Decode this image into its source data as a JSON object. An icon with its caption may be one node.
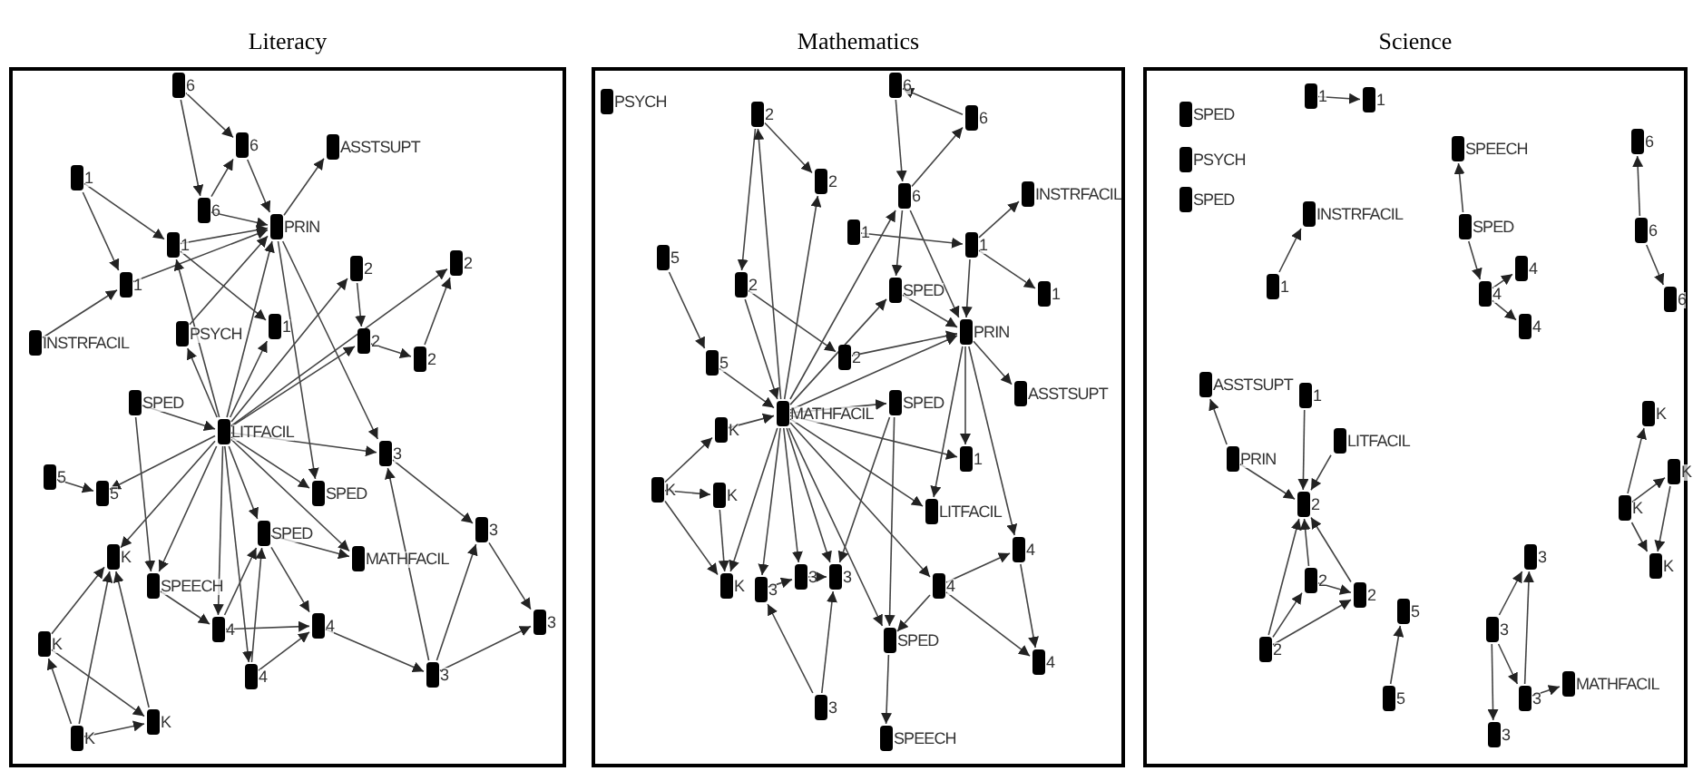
{
  "diagram": {
    "nodes": [
      {
        "text": [
          "Literacy"
        ]
      },
      {
        "text": [
          "6"
        ],
        "in": 0
      },
      {
        "text": [
          "6"
        ],
        "in": 0
      },
      {
        "text": [
          "ASSTSUPT"
        ],
        "in": 0
      },
      {
        "text": [
          "1"
        ],
        "in": 0
      },
      {
        "text": [
          "6"
        ],
        "in": 0
      },
      {
        "text": [
          "PRIN"
        ],
        "in": 0
      },
      {
        "text": [
          "1"
        ],
        "in": 0
      },
      {
        "text": [
          "2"
        ],
        "in": 0
      },
      {
        "text": [
          "2"
        ],
        "in": 0
      },
      {
        "text": [
          "1"
        ],
        "in": 0
      },
      {
        "text": [
          "1"
        ],
        "in": 0
      },
      {
        "text": [
          "2"
        ],
        "in": 0
      },
      {
        "text": [
          "PSYCH"
        ],
        "in": 0
      },
      {
        "text": [
          "INSTRFACIL"
        ],
        "in": 0
      },
      {
        "text": [
          "2"
        ],
        "in": 0
      },
      {
        "text": [
          "SPED"
        ],
        "in": 0
      },
      {
        "text": [
          "LITFACIL"
        ],
        "in": 0
      },
      {
        "text": [
          "3"
        ],
        "in": 0
      },
      {
        "text": [
          "5"
        ],
        "in": 0
      },
      {
        "text": [
          "5"
        ],
        "in": 0
      },
      {
        "text": [
          "SPED"
        ],
        "in": 0
      },
      {
        "text": [
          "3"
        ],
        "in": 0
      },
      {
        "text": [
          "SPED"
        ],
        "in": 0
      },
      {
        "text": [
          "K"
        ],
        "in": 0
      },
      {
        "text": [
          "MATHFACIL"
        ],
        "in": 0
      },
      {
        "text": [
          "SPEECH"
        ],
        "in": 0
      },
      {
        "text": [
          "4"
        ],
        "in": 0
      },
      {
        "text": [
          "4"
        ],
        "in": 0
      },
      {
        "text": [
          "K"
        ],
        "in": 0
      },
      {
        "text": [
          "3"
        ],
        "in": 0
      },
      {
        "text": [
          "4"
        ],
        "in": 0
      },
      {
        "text": [
          "3"
        ],
        "in": 0
      },
      {
        "text": [
          "K"
        ],
        "in": 0
      },
      {
        "text": [
          "K"
        ],
        "in": 0
      },
      {
        "text": [
          "Mathematics"
        ]
      },
      {
        "text": [
          "PSYCH"
        ],
        "in": 35
      },
      {
        "text": [
          "6"
        ],
        "in": 35
      },
      {
        "text": [
          "2"
        ],
        "in": 35
      },
      {
        "text": [
          "6"
        ],
        "in": 35
      },
      {
        "text": [
          "2"
        ],
        "in": 35
      },
      {
        "text": [
          "6"
        ],
        "in": 35
      },
      {
        "text": [
          "INSTRFACIL"
        ],
        "in": 35
      },
      {
        "text": [
          "1"
        ],
        "in": 35
      },
      {
        "text": [
          "1"
        ],
        "in": 35
      },
      {
        "text": [
          "5"
        ],
        "in": 35
      },
      {
        "text": [
          "2"
        ],
        "in": 35
      },
      {
        "text": [
          "SPED"
        ],
        "in": 35
      },
      {
        "text": [
          "1"
        ],
        "in": 35
      },
      {
        "text": [
          "PRIN"
        ],
        "in": 35
      },
      {
        "text": [
          "5"
        ],
        "in": 35
      },
      {
        "text": [
          "2"
        ],
        "in": 35
      },
      {
        "text": [
          "ASSTSUPT"
        ],
        "in": 35
      },
      {
        "text": [
          "MATHFACIL"
        ],
        "in": 35
      },
      {
        "text": [
          "SPED"
        ],
        "in": 35
      },
      {
        "text": [
          "K"
        ],
        "in": 35
      },
      {
        "text": [
          "1"
        ],
        "in": 35
      },
      {
        "text": [
          "K"
        ],
        "in": 35
      },
      {
        "text": [
          "K"
        ],
        "in": 35
      },
      {
        "text": [
          "LITFACIL"
        ],
        "in": 35
      },
      {
        "text": [
          "4"
        ],
        "in": 35
      },
      {
        "text": [
          "K"
        ],
        "in": 35
      },
      {
        "text": [
          "3"
        ],
        "in": 35
      },
      {
        "text": [
          "3"
        ],
        "in": 35
      },
      {
        "text": [
          "3"
        ],
        "in": 35
      },
      {
        "text": [
          "4"
        ],
        "in": 35
      },
      {
        "text": [
          "SPED"
        ],
        "in": 35
      },
      {
        "text": [
          "4"
        ],
        "in": 35
      },
      {
        "text": [
          "3"
        ],
        "in": 35
      },
      {
        "text": [
          "SPEECH"
        ],
        "in": 35
      },
      {
        "text": [
          "Science"
        ]
      },
      {
        "text": [
          "SPED"
        ],
        "in": 70
      },
      {
        "text": [
          "1"
        ],
        "in": 70
      },
      {
        "text": [
          "1"
        ],
        "in": 70
      },
      {
        "text": [
          "PSYCH"
        ],
        "in": 70
      },
      {
        "text": [
          "SPEECH"
        ],
        "in": 70
      },
      {
        "text": [
          "6"
        ],
        "in": 70
      },
      {
        "text": [
          "SPED"
        ],
        "in": 70
      },
      {
        "text": [
          "INSTRFACIL"
        ],
        "in": 70
      },
      {
        "text": [
          "SPED"
        ],
        "in": 70
      },
      {
        "text": [
          "6"
        ],
        "in": 70
      },
      {
        "text": [
          "4"
        ],
        "in": 70
      },
      {
        "text": [
          "1"
        ],
        "in": 70
      },
      {
        "text": [
          "4"
        ],
        "in": 70
      },
      {
        "text": [
          "6"
        ],
        "in": 70
      },
      {
        "text": [
          "4"
        ],
        "in": 70
      },
      {
        "text": [
          "ASSTSUPT"
        ],
        "in": 70
      },
      {
        "text": [
          "1"
        ],
        "in": 70
      },
      {
        "text": [
          "LITFACIL"
        ],
        "in": 70
      },
      {
        "text": [
          "PRIN"
        ],
        "in": 70
      },
      {
        "text": [
          "K"
        ],
        "in": 70
      },
      {
        "text": [
          "2"
        ],
        "in": 70
      },
      {
        "text": [
          "K"
        ],
        "in": 70
      },
      {
        "text": [
          "K"
        ],
        "in": 70
      },
      {
        "text": [
          "3"
        ],
        "in": 70
      },
      {
        "text": [
          "2"
        ],
        "in": 70
      },
      {
        "text": [
          "2"
        ],
        "in": 70
      },
      {
        "text": [
          "5"
        ],
        "in": 70
      },
      {
        "text": [
          "K"
        ],
        "in": 70
      },
      {
        "text": [
          "3"
        ],
        "in": 70
      },
      {
        "text": [
          "2"
        ],
        "in": 70
      },
      {
        "text": [
          "5"
        ],
        "in": 70
      },
      {
        "text": [
          "3"
        ],
        "in": 70
      },
      {
        "text": [
          "MATHFACIL"
        ],
        "in": 70
      },
      {
        "text": [
          "3"
        ],
        "in": 70
      }
    ],
    "edges": [
      {
        "from": 1,
        "to": 5,
        "arrow": "to"
      },
      {
        "from": 1,
        "to": 2,
        "arrow": "to"
      },
      {
        "from": 5,
        "to": 2,
        "arrow": "to"
      },
      {
        "from": 2,
        "to": 6,
        "arrow": "to"
      },
      {
        "from": 6,
        "to": 3,
        "arrow": "to"
      },
      {
        "from": 4,
        "to": 7,
        "arrow": "to"
      },
      {
        "from": 4,
        "to": 10,
        "arrow": "to"
      },
      {
        "from": 7,
        "to": 6,
        "arrow": "to"
      },
      {
        "from": 5,
        "to": 6,
        "arrow": "to"
      },
      {
        "from": 10,
        "to": 6,
        "arrow": "to"
      },
      {
        "from": 14,
        "to": 10,
        "arrow": "to"
      },
      {
        "from": 7,
        "to": 11,
        "arrow": "to"
      },
      {
        "from": 13,
        "to": 6,
        "arrow": "to"
      },
      {
        "from": 8,
        "to": 12,
        "arrow": "to"
      },
      {
        "from": 12,
        "to": 15,
        "arrow": "to"
      },
      {
        "from": 15,
        "to": 9,
        "arrow": "to"
      },
      {
        "from": 17,
        "to": 6,
        "arrow": "to"
      },
      {
        "from": 17,
        "to": 8,
        "arrow": "to"
      },
      {
        "from": 17,
        "to": 9,
        "arrow": "to"
      },
      {
        "from": 17,
        "to": 12,
        "arrow": "to"
      },
      {
        "from": 17,
        "to": 11,
        "arrow": "to"
      },
      {
        "from": 17,
        "to": 13,
        "arrow": "to"
      },
      {
        "from": 17,
        "to": 7,
        "arrow": "to"
      },
      {
        "from": 17,
        "to": 18,
        "arrow": "to"
      },
      {
        "from": 17,
        "to": 21,
        "arrow": "to"
      },
      {
        "from": 17,
        "to": 23,
        "arrow": "to"
      },
      {
        "from": 17,
        "to": 25,
        "arrow": "to"
      },
      {
        "from": 17,
        "to": 27,
        "arrow": "to"
      },
      {
        "from": 23,
        "to": 28,
        "arrow": "to"
      },
      {
        "from": 17,
        "to": 31,
        "arrow": "to"
      },
      {
        "from": 17,
        "to": 26,
        "arrow": "to"
      },
      {
        "from": 17,
        "to": 20,
        "arrow": "to"
      },
      {
        "from": 17,
        "to": 24,
        "arrow": "to"
      },
      {
        "from": 16,
        "to": 17,
        "arrow": "to"
      },
      {
        "from": 6,
        "to": 18,
        "arrow": "to"
      },
      {
        "from": 6,
        "to": 21,
        "arrow": "to"
      },
      {
        "from": 18,
        "to": 22,
        "arrow": "to"
      },
      {
        "from": 22,
        "to": 30,
        "arrow": "to"
      },
      {
        "from": 32,
        "to": 30,
        "arrow": "to"
      },
      {
        "from": 32,
        "to": 22,
        "arrow": "to"
      },
      {
        "from": 32,
        "to": 18,
        "arrow": "to"
      },
      {
        "from": 28,
        "to": 32,
        "arrow": "to"
      },
      {
        "from": 27,
        "to": 28,
        "arrow": "to"
      },
      {
        "from": 31,
        "to": 28,
        "arrow": "to"
      },
      {
        "from": 31,
        "to": 23,
        "arrow": "to"
      },
      {
        "from": 27,
        "to": 23,
        "arrow": "to"
      },
      {
        "from": 23,
        "to": 25,
        "arrow": "to"
      },
      {
        "from": 26,
        "to": 27,
        "arrow": "to"
      },
      {
        "from": 16,
        "to": 26,
        "arrow": "to"
      },
      {
        "from": 19,
        "to": 20,
        "arrow": "to"
      },
      {
        "from": 29,
        "to": 24,
        "arrow": "to"
      },
      {
        "from": 33,
        "to": 24,
        "arrow": "to"
      },
      {
        "from": 34,
        "to": 24,
        "arrow": "to"
      },
      {
        "from": 29,
        "to": 33,
        "arrow": "to"
      },
      {
        "from": 34,
        "to": 33,
        "arrow": "to"
      },
      {
        "from": 34,
        "to": 29,
        "arrow": "to"
      },
      {
        "from": 37,
        "to": 41,
        "arrow": "to"
      },
      {
        "from": 39,
        "to": 37,
        "arrow": "to"
      },
      {
        "from": 41,
        "to": 39,
        "arrow": "to"
      },
      {
        "from": 38,
        "to": 40,
        "arrow": "to"
      },
      {
        "from": 38,
        "to": 46,
        "arrow": "to"
      },
      {
        "from": 53,
        "to": 38,
        "arrow": "to"
      },
      {
        "from": 53,
        "to": 40,
        "arrow": "to"
      },
      {
        "from": 53,
        "to": 41,
        "arrow": "to"
      },
      {
        "from": 43,
        "to": 44,
        "arrow": "to"
      },
      {
        "from": 44,
        "to": 42,
        "arrow": "to"
      },
      {
        "from": 44,
        "to": 48,
        "arrow": "to"
      },
      {
        "from": 44,
        "to": 49,
        "arrow": "to"
      },
      {
        "from": 47,
        "to": 49,
        "arrow": "to"
      },
      {
        "from": 41,
        "to": 47,
        "arrow": "to"
      },
      {
        "from": 41,
        "to": 49,
        "arrow": "to"
      },
      {
        "from": 45,
        "to": 50,
        "arrow": "to"
      },
      {
        "from": 50,
        "to": 53,
        "arrow": "to"
      },
      {
        "from": 46,
        "to": 53,
        "arrow": "to"
      },
      {
        "from": 46,
        "to": 51,
        "arrow": "to"
      },
      {
        "from": 51,
        "to": 49,
        "arrow": "to"
      },
      {
        "from": 53,
        "to": 49,
        "arrow": "to"
      },
      {
        "from": 53,
        "to": 47,
        "arrow": "to"
      },
      {
        "from": 49,
        "to": 52,
        "arrow": "to"
      },
      {
        "from": 53,
        "to": 54,
        "arrow": "to"
      },
      {
        "from": 53,
        "to": 56,
        "arrow": "to"
      },
      {
        "from": 53,
        "to": 59,
        "arrow": "to"
      },
      {
        "from": 55,
        "to": 53,
        "arrow": "to"
      },
      {
        "from": 57,
        "to": 55,
        "arrow": "to"
      },
      {
        "from": 57,
        "to": 58,
        "arrow": "to"
      },
      {
        "from": 58,
        "to": 61,
        "arrow": "to"
      },
      {
        "from": 57,
        "to": 61,
        "arrow": "to"
      },
      {
        "from": 53,
        "to": 61,
        "arrow": "to"
      },
      {
        "from": 53,
        "to": 62,
        "arrow": "to"
      },
      {
        "from": 53,
        "to": 63,
        "arrow": "to"
      },
      {
        "from": 53,
        "to": 64,
        "arrow": "to"
      },
      {
        "from": 53,
        "to": 65,
        "arrow": "to"
      },
      {
        "from": 53,
        "to": 66,
        "arrow": "to"
      },
      {
        "from": 63,
        "to": 64,
        "arrow": "to"
      },
      {
        "from": 62,
        "to": 63,
        "arrow": "to"
      },
      {
        "from": 68,
        "to": 62,
        "arrow": "to"
      },
      {
        "from": 68,
        "to": 64,
        "arrow": "to"
      },
      {
        "from": 54,
        "to": 64,
        "arrow": "to"
      },
      {
        "from": 54,
        "to": 66,
        "arrow": "to"
      },
      {
        "from": 49,
        "to": 59,
        "arrow": "to"
      },
      {
        "from": 49,
        "to": 60,
        "arrow": "to"
      },
      {
        "from": 65,
        "to": 60,
        "arrow": "to"
      },
      {
        "from": 60,
        "to": 67,
        "arrow": "to"
      },
      {
        "from": 65,
        "to": 67,
        "arrow": "to"
      },
      {
        "from": 66,
        "to": 69,
        "arrow": "to"
      },
      {
        "from": 65,
        "to": 66,
        "arrow": "to"
      },
      {
        "from": 49,
        "to": 56,
        "arrow": "to"
      },
      {
        "from": 72,
        "to": 73,
        "arrow": "to"
      },
      {
        "from": 82,
        "to": 78,
        "arrow": "to"
      },
      {
        "from": 79,
        "to": 75,
        "arrow": "to"
      },
      {
        "from": 79,
        "to": 83,
        "arrow": "to"
      },
      {
        "from": 83,
        "to": 81,
        "arrow": "to"
      },
      {
        "from": 83,
        "to": 85,
        "arrow": "to"
      },
      {
        "from": 80,
        "to": 76,
        "arrow": "to"
      },
      {
        "from": 80,
        "to": 84,
        "arrow": "to"
      },
      {
        "from": 89,
        "to": 86,
        "arrow": "to"
      },
      {
        "from": 89,
        "to": 91,
        "arrow": "to"
      },
      {
        "from": 87,
        "to": 91,
        "arrow": "to"
      },
      {
        "from": 88,
        "to": 91,
        "arrow": "to"
      },
      {
        "from": 95,
        "to": 91,
        "arrow": "to"
      },
      {
        "from": 95,
        "to": 96,
        "arrow": "to"
      },
      {
        "from": 100,
        "to": 91,
        "arrow": "to"
      },
      {
        "from": 100,
        "to": 95,
        "arrow": "to"
      },
      {
        "from": 100,
        "to": 96,
        "arrow": "to"
      },
      {
        "from": 96,
        "to": 91,
        "arrow": "to"
      },
      {
        "from": 101,
        "to": 97,
        "arrow": "to"
      },
      {
        "from": 99,
        "to": 94,
        "arrow": "to"
      },
      {
        "from": 102,
        "to": 94,
        "arrow": "to"
      },
      {
        "from": 99,
        "to": 102,
        "arrow": "to"
      },
      {
        "from": 99,
        "to": 104,
        "arrow": "to"
      },
      {
        "from": 102,
        "to": 103,
        "arrow": "to"
      },
      {
        "from": 93,
        "to": 90,
        "arrow": "to"
      },
      {
        "from": 93,
        "to": 92,
        "arrow": "to"
      },
      {
        "from": 92,
        "to": 98,
        "arrow": "to"
      },
      {
        "from": 93,
        "to": 98,
        "arrow": "to"
      }
    ]
  }
}
